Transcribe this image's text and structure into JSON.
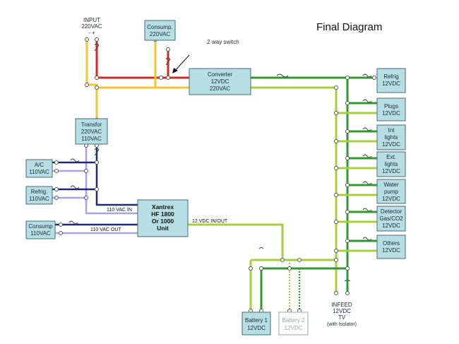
{
  "title": "Final Diagram",
  "input_label": [
    "INPUT",
    "220VAC",
    "-   +"
  ],
  "switch_label": "2 way switch",
  "boxes": {
    "consump_top": [
      "Consump.",
      "220VAC"
    ],
    "converter": [
      "Converter",
      "12VDC",
      "220VAC"
    ],
    "transfor": [
      "Transfor",
      "220VAC",
      "110VAC"
    ],
    "ac": [
      "A/C",
      "110VAC"
    ],
    "refrig_left": [
      "Refrig.",
      "110VAC"
    ],
    "consump_left": [
      "Consump",
      "110VAC"
    ],
    "xantrex": [
      "Xantrex",
      "HF 1800",
      "Or 1000",
      "Unit"
    ],
    "battery1": [
      "Battery 1",
      "12VDC"
    ],
    "battery2": [
      "Battery 2",
      "12VDC"
    ]
  },
  "right_boxes": [
    [
      "Refrig",
      "12VDC"
    ],
    [
      "Plugs",
      "12VDC"
    ],
    [
      "Int",
      "lights",
      "12VDC"
    ],
    [
      "Ext.",
      "lights",
      "12VDC"
    ],
    [
      "Water",
      "pump",
      "12VDC"
    ],
    [
      "Detector",
      "Gas/CO2",
      "12VDC"
    ],
    [
      "Others",
      "12VDC"
    ]
  ],
  "wire_labels": {
    "vac_in": "110 VAC IN",
    "vac_out": "110 VAC OUT",
    "vdc_inout": "12 VDC IN/OUT"
  },
  "infeed_label": [
    "INFEED",
    "12VDC",
    "TV",
    "(with Isolator)"
  ],
  "colors": {
    "red": "#d62a20",
    "yellow": "#f3c52e",
    "navy": "#1c2a78",
    "lavender": "#a7a3e8",
    "green": "#2f9a2e",
    "light_green": "#a6cf3a",
    "box_fill": "#b7dde5"
  }
}
